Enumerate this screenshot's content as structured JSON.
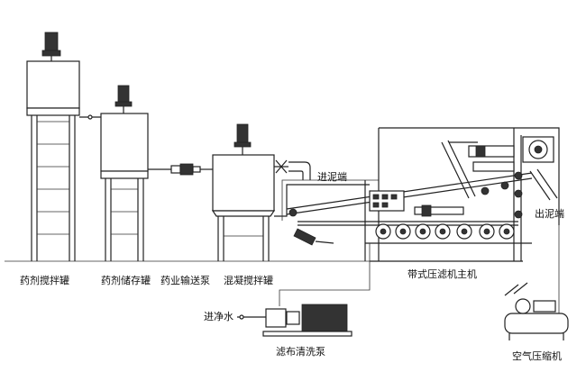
{
  "labels": {
    "dosing_mix_tank": "药剂搅拌罐",
    "dosing_storage_tank": "药剂储存罐",
    "dosing_pump": "药业输送泵",
    "coag_mix_tank": "混凝搅拌罐",
    "sludge_inlet": "进泥端",
    "sludge_outlet": "出泥端",
    "press_main": "带式压滤机主机",
    "clean_water_in": "进净水",
    "cloth_wash_pump": "滤布清洗泵",
    "air_compressor": "空气压缩机"
  },
  "colors": {
    "line": "#222222",
    "fill_dark": "#333333",
    "background": "#ffffff"
  }
}
